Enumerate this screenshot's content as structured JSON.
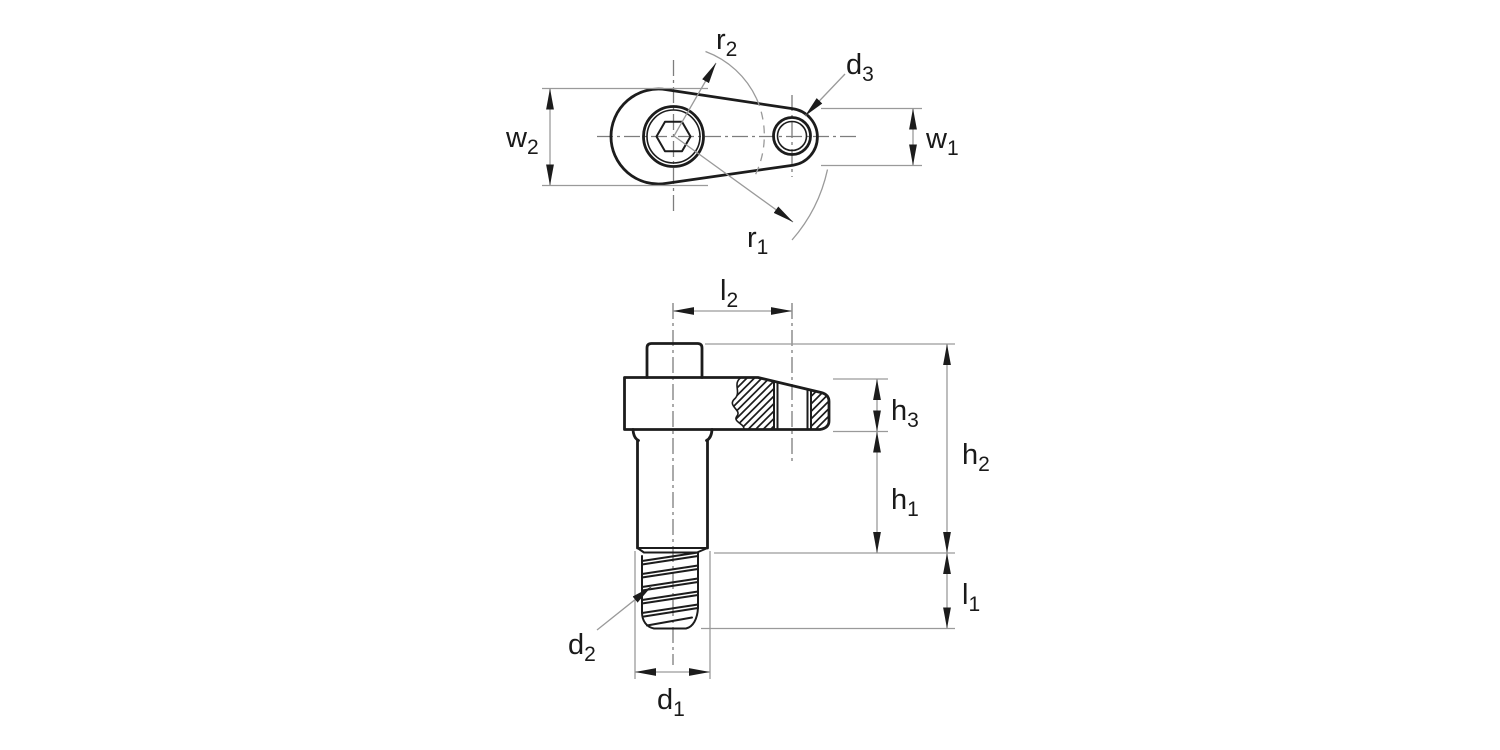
{
  "labels": {
    "r2": {
      "main": "r",
      "sub": "2"
    },
    "d3": {
      "main": "d",
      "sub": "3"
    },
    "w2": {
      "main": "w",
      "sub": "2"
    },
    "w1": {
      "main": "w",
      "sub": "1"
    },
    "r1": {
      "main": "r",
      "sub": "1"
    },
    "l2": {
      "main": "l",
      "sub": "2"
    },
    "h3": {
      "main": "h",
      "sub": "3"
    },
    "h2": {
      "main": "h",
      "sub": "2"
    },
    "h1": {
      "main": "h",
      "sub": "1"
    },
    "l1": {
      "main": "l",
      "sub": "1"
    },
    "d2": {
      "main": "d",
      "sub": "2"
    },
    "d1": {
      "main": "d",
      "sub": "1"
    }
  },
  "colors": {
    "outline": "#1c1c1c",
    "dimension": "#9a9a9a",
    "centerline": "#7d7d7d",
    "label": "#1a1a1a",
    "background": "#ffffff"
  }
}
